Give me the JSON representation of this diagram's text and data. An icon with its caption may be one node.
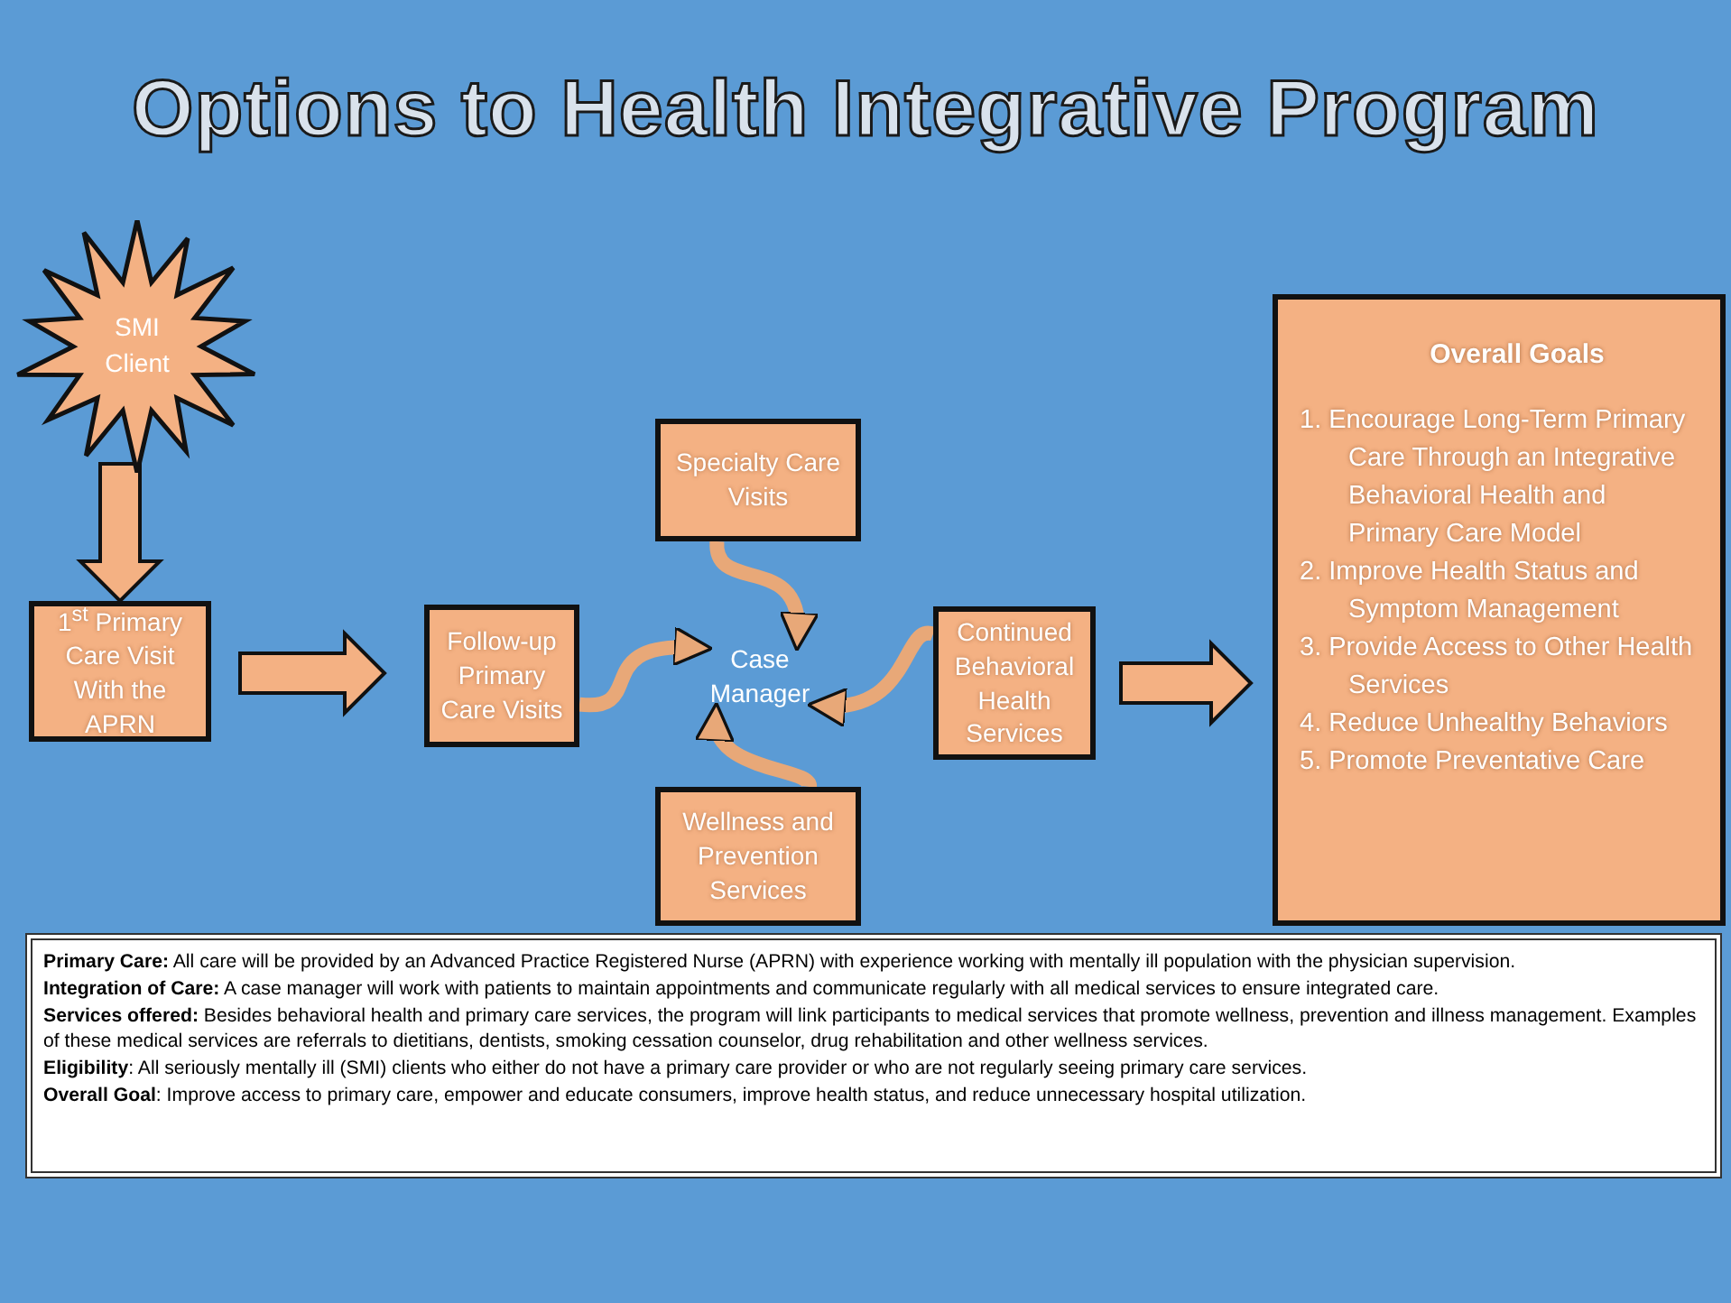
{
  "diagram": {
    "title": "Options to Health Integrative Program",
    "nodes": [
      {
        "text": [
          "SMI Client"
        ]
      },
      {
        "text": [
          "1$^{st}$ Primary Care Visit With the APRN"
        ]
      },
      {
        "text": [
          "Follow-up Primary Care Visits"
        ]
      },
      {
        "text": [
          "Specialty Care Visits"
        ]
      },
      {
        "text": [
          "Case Manager"
        ]
      },
      {
        "text": [
          "Wellness and Prevention Services"
        ]
      },
      {
        "text": [
          "Continued Behavioral Health Services"
        ]
      },
      {
        "text": [
          "Overall Goals",
          "1. Encourage Long-Term Primary Care Through an Integrative Behavioral Health and Primary Care Model",
          "2. Improve Health Status and Symptom Management",
          "3. Provide Access to Other Health Services",
          "4. Reduce Unhealthy Behaviors",
          "5. Promote Preventative Care"
        ]
      },
      {
        "text": [
          "**Primary Care:** All care will be provided by an Advanced Practice Registered Nurse (APRN) with experience working with mentally ill population with the physician supervision.",
          "**Integration of Care:** A case manager will work with patients to maintain appointments and communicate regularly with all medical services to ensure integrated care.",
          "**Services offered:** Besides behavioral health and primary care services, the program will link participants to medical services that promote wellness, prevention and illness management. Examples of these medical services are referrals to dietitians, dentists, smoking cessation counselor, drug rehabilitation and other wellness services.",
          "**Eligibility**: All seriously mentally ill (SMI) clients who either do not have a primary care provider or who are not regularly seeing primary care services.",
          "**Overall Goal**: Improve access to primary care, empower and educate consumers, improve health status, and reduce unnecessary hospital utilization."
        ]
      }
    ],
    "edges": [
      {
        "from": 0,
        "to": 1,
        "arrow": "to"
      },
      {
        "from": 1,
        "to": 2,
        "arrow": "to"
      },
      {
        "from": 3,
        "to": 4,
        "arrow": "to"
      },
      {
        "from": 2,
        "to": 4,
        "arrow": "to"
      },
      {
        "from": 6,
        "to": 4,
        "arrow": "to"
      },
      {
        "from": 5,
        "to": 4,
        "arrow": "to"
      },
      {
        "from": 6,
        "to": 7,
        "arrow": "to"
      }
    ]
  }
}
